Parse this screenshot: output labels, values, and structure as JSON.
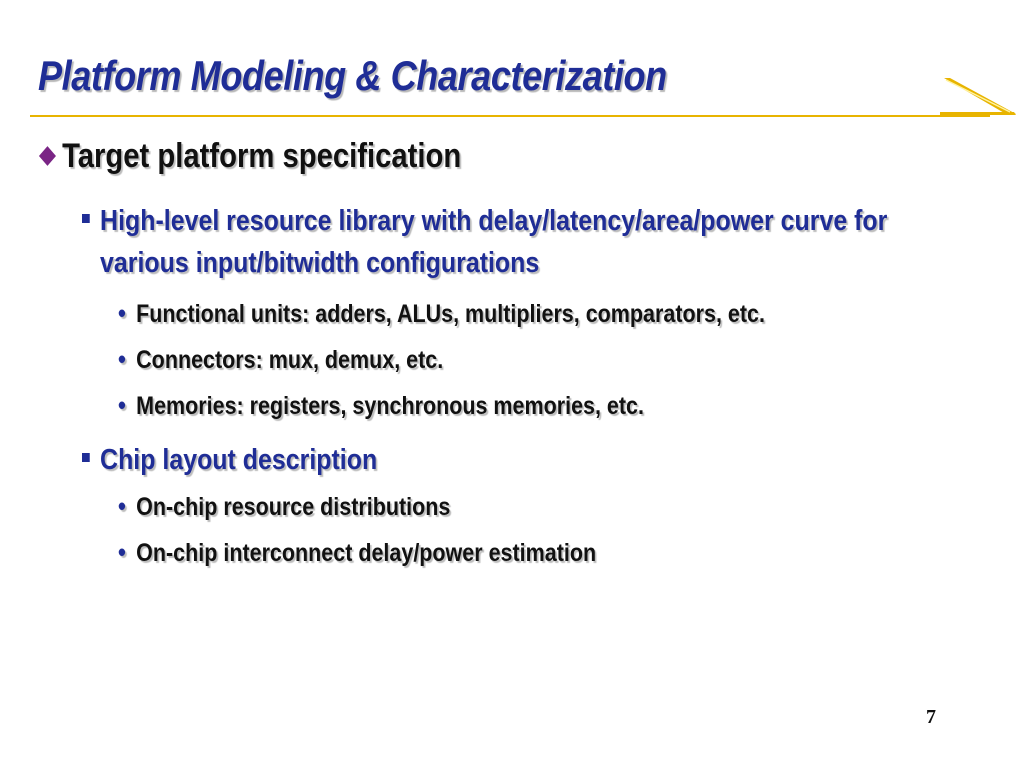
{
  "slide": {
    "title": "Platform Modeling & Characterization",
    "page_number": "7"
  },
  "colors": {
    "title_blue": "#1f2d96",
    "accent_gold": "#e8b400",
    "diamond_purple": "#7a2585",
    "body_text": "#111111"
  },
  "icons": {
    "level1_bullet": "diamond-icon",
    "level2_bullet": "square-bullet-icon",
    "level3_bullet": "round-bullet-icon"
  },
  "outline": {
    "heading": "Target platform specification",
    "sections": [
      {
        "text": "High-level resource library with delay/latency/area/power curve for various input/bitwidth configurations",
        "items": [
          "Functional units: adders, ALUs, multipliers, comparators, etc.",
          "Connectors: mux, demux, etc.",
          "Memories: registers, synchronous memories, etc."
        ]
      },
      {
        "text": "Chip layout description",
        "items": [
          "On-chip resource distributions",
          "On-chip interconnect delay/power estimation"
        ]
      }
    ]
  }
}
